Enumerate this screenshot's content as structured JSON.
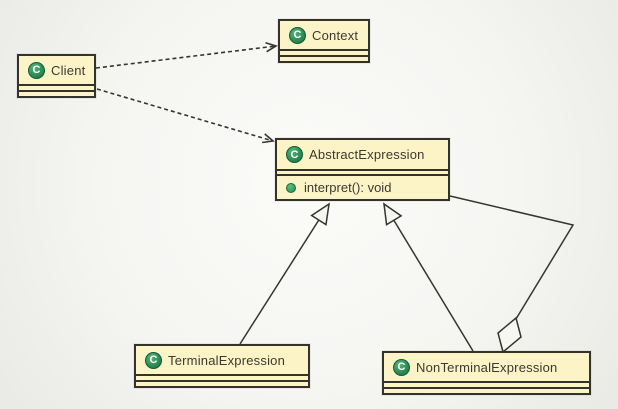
{
  "icons": {
    "class_letter": "C"
  },
  "classes": [
    {
      "name": "Client",
      "attributes": [],
      "methods": []
    },
    {
      "name": "Context",
      "attributes": [],
      "methods": []
    },
    {
      "name": "AbstractExpression",
      "attributes": [],
      "methods": [
        "interpret(): void"
      ]
    },
    {
      "name": "TerminalExpression",
      "attributes": [],
      "methods": []
    },
    {
      "name": "NonTerminalExpression",
      "attributes": [],
      "methods": []
    }
  ],
  "relationships": [
    {
      "type": "dependency",
      "from": "Client",
      "to": "Context",
      "line": "dashed",
      "end_marker": "open-arrow"
    },
    {
      "type": "dependency",
      "from": "Client",
      "to": "AbstractExpression",
      "line": "dashed",
      "end_marker": "open-arrow"
    },
    {
      "type": "generalization",
      "from": "TerminalExpression",
      "to": "AbstractExpression",
      "line": "solid",
      "end_marker": "hollow-triangle"
    },
    {
      "type": "generalization",
      "from": "NonTerminalExpression",
      "to": "AbstractExpression",
      "line": "solid",
      "end_marker": "hollow-triangle"
    },
    {
      "type": "aggregation",
      "from": "AbstractExpression",
      "to": "NonTerminalExpression",
      "line": "solid",
      "end_marker": "hollow-diamond"
    }
  ],
  "colors": {
    "class_fill": "#fcf3c6",
    "class_border": "#33322b",
    "connector_line": "#35342e",
    "class_icon_green": "#2e8f57",
    "method_icon_green": "#3fa263",
    "text": "#3b3a31",
    "background": "#f5f5f2"
  }
}
